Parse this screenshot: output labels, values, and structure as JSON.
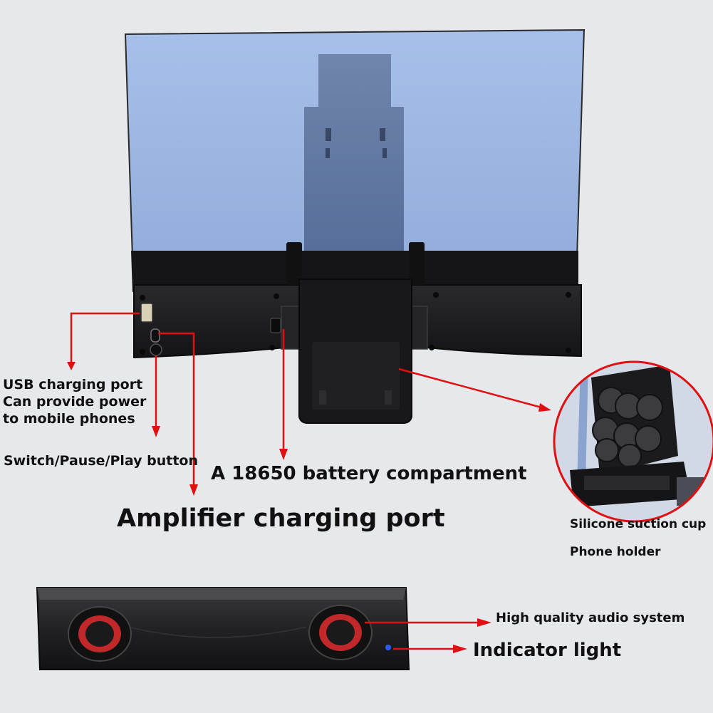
{
  "labels": {
    "usb_port_line1": "USB charging port",
    "usb_port_line2": "Can provide power",
    "usb_port_line3": "to mobile phones",
    "switch_button": "Switch/Pause/Play button",
    "battery_compartment": "A 18650 battery compartment",
    "amplifier_port": "Amplifier charging port",
    "suction_cup": "Silicone suction cup",
    "phone_holder": "Phone holder",
    "audio_system": "High quality audio system",
    "indicator_light": "Indicator light"
  },
  "colors": {
    "background": "#e6e8ec",
    "screen_blue": "#9fb8e2",
    "device_black": "#1c1c1e",
    "arrow_red": "#e01010",
    "speaker_red": "#c0282a",
    "indicator_blue": "#2a5cff"
  }
}
